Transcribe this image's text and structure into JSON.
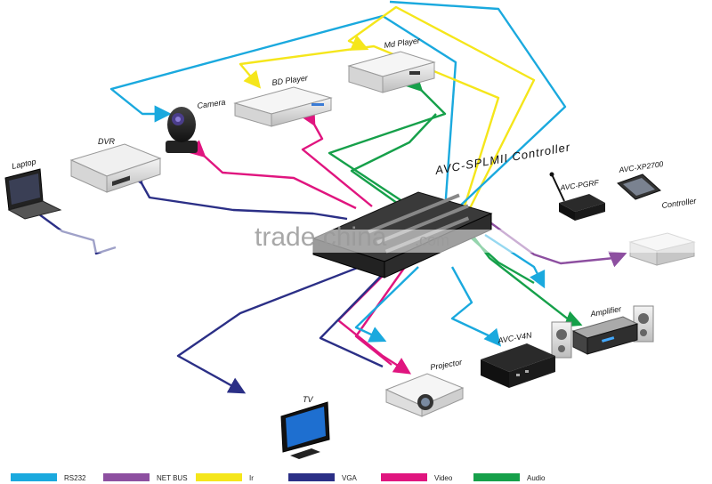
{
  "controller": {
    "label": "AVC-SPLMII Controller"
  },
  "devices": {
    "laptop": "Laptop",
    "dvr": "DVR",
    "camera": "Camera",
    "bd_player": "BD Player",
    "md_player": "Md Player",
    "avc_pgrf": "AVC-PGRF",
    "avc_xp2700": "AVC-XP2700",
    "light_controller": "Controller",
    "amplifier": "Amplifier",
    "avc_v4n": "AVC-V4N",
    "projector": "Projector",
    "tv": "TV"
  },
  "watermark": "trade.china",
  "watermark_domain": ".com",
  "legend": [
    {
      "label": "RS232",
      "color": "#1aa9de"
    },
    {
      "label": "NET BUS",
      "color": "#8d4fa0"
    },
    {
      "label": "Ir",
      "color": "#f5e61b"
    },
    {
      "label": "VGA",
      "color": "#2b2f86"
    },
    {
      "label": "Video",
      "color": "#e0157f"
    },
    {
      "label": "Audio",
      "color": "#16a04a"
    }
  ],
  "colors": {
    "rs232": "#1aa9de",
    "netbus": "#8d4fa0",
    "ir": "#f5e61b",
    "vga": "#2b2f86",
    "video": "#e0157f",
    "audio": "#16a04a"
  }
}
